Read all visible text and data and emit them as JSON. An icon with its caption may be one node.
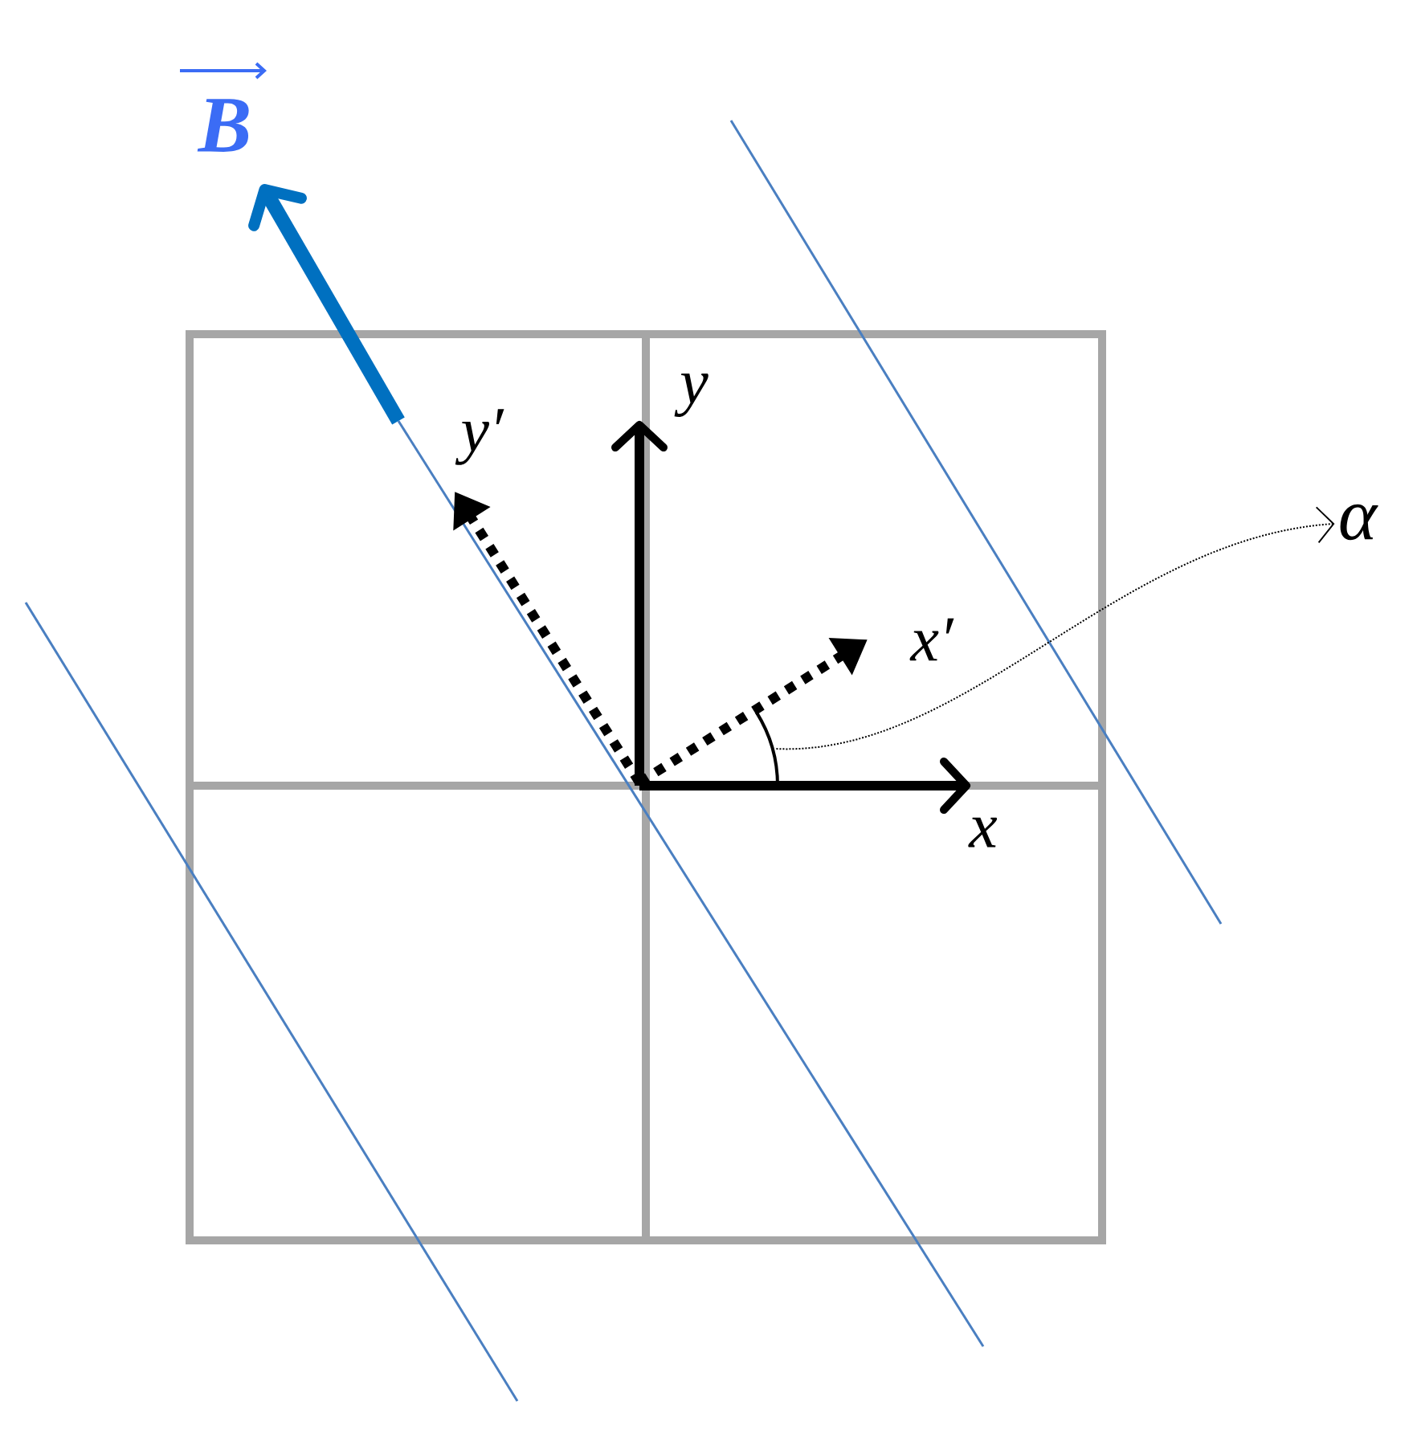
{
  "diagram": {
    "nodes": [
      {
        "text": [
          "α"
        ]
      },
      {
        "text": [],
        "shape": "arc"
      }
    ],
    "edges": [
      {
        "from": 1,
        "to": 0,
        "arrow": "to",
        "style": "dashed"
      }
    ],
    "labels": [
      "B",
      "y′",
      "y",
      "x′",
      "x"
    ]
  }
}
